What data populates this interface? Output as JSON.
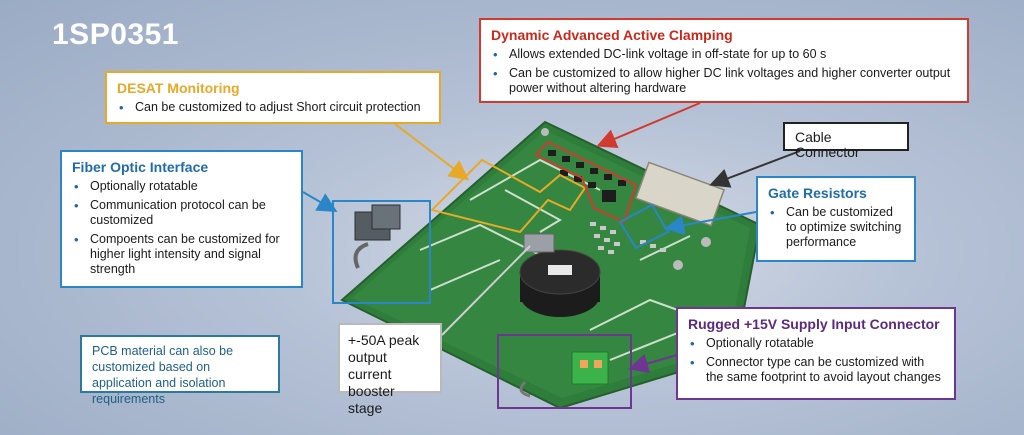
{
  "title": "1SP0351",
  "desat": {
    "heading": "DESAT Monitoring",
    "items": [
      "Can be customized to adjust Short circuit protection"
    ]
  },
  "dynamic": {
    "heading": "Dynamic Advanced Active Clamping",
    "items": [
      "Allows extended DC-link voltage in off-state for up to 60 s",
      "Can be customized to allow higher DC link voltages and higher converter output power without altering hardware"
    ]
  },
  "fiber": {
    "heading": "Fiber Optic Interface",
    "items": [
      "Optionally rotatable",
      "Communication protocol can be customized",
      "Compoents can be customized for higher light intensity and signal strength"
    ]
  },
  "cable": {
    "label": "Cable Connector"
  },
  "gate": {
    "heading": "Gate Resistors",
    "items": [
      "Can be customized to optimize switching performance"
    ]
  },
  "rugged": {
    "heading": "Rugged +15V Supply Input Connector",
    "items": [
      "Optionally rotatable",
      "Connector type can be customized with the same footprint to avoid layout changes"
    ]
  },
  "pcb": {
    "text": "PCB material can also be customized based on application and isolation requirements"
  },
  "peak": {
    "text": "+-50A peak output current booster stage"
  },
  "colors": {
    "desat": "#e7a927",
    "dynamic": "#d13b2f",
    "fiber": "#2a86c6",
    "rugged": "#6e3690",
    "board": "#2f7d3a"
  }
}
